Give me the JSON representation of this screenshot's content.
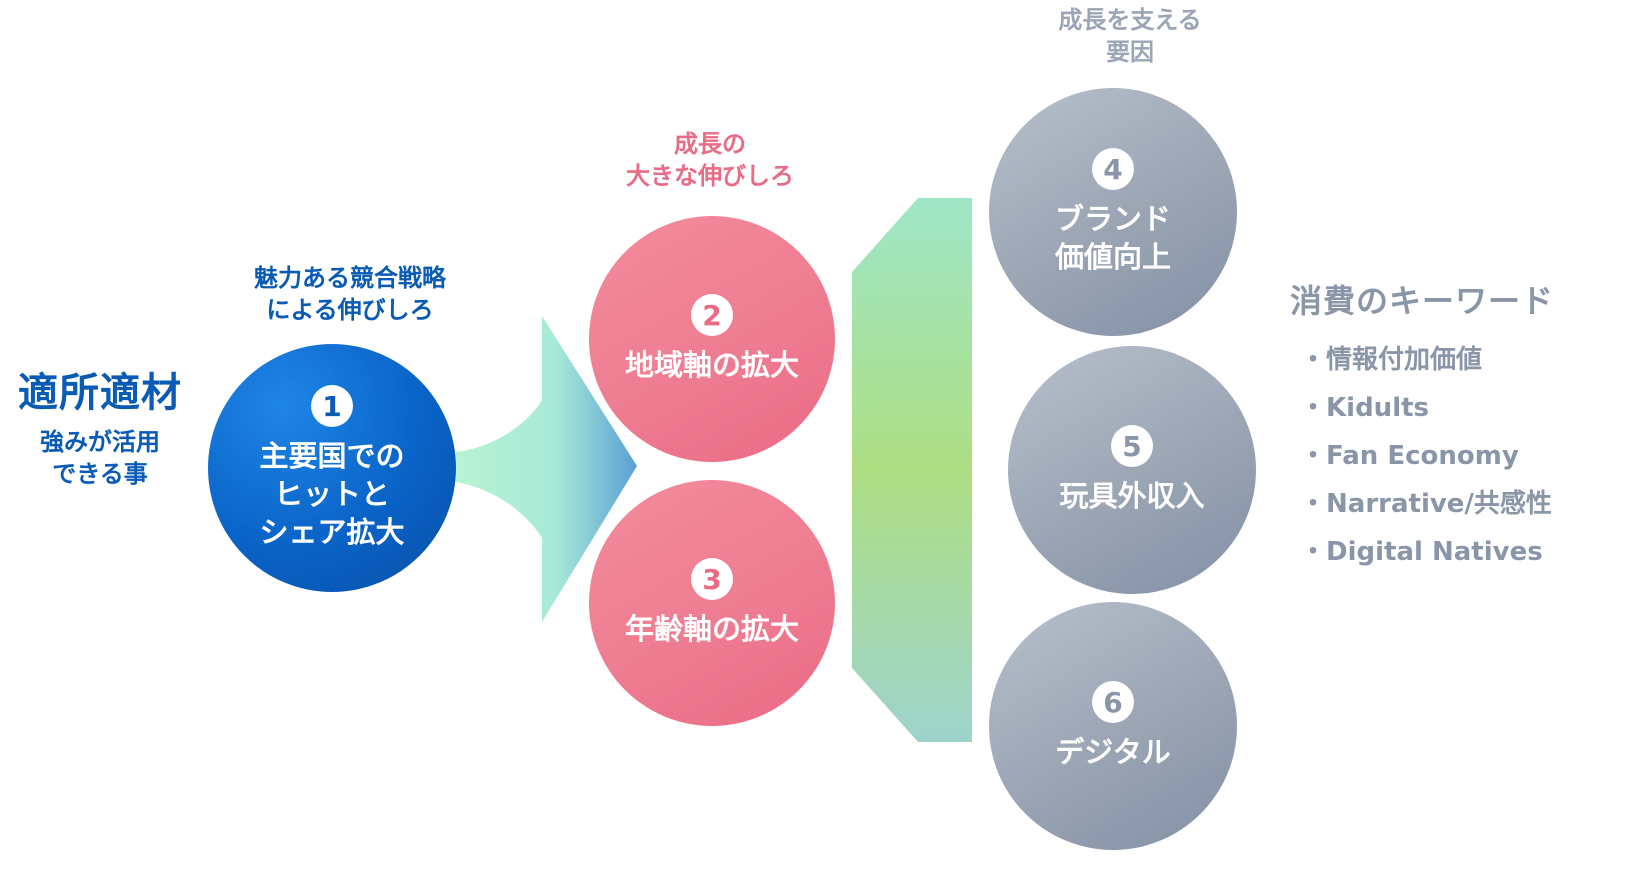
{
  "left_block": {
    "title": "適所適材",
    "subtitle_lines": [
      "強みが活用",
      "できる事"
    ]
  },
  "captions": {
    "blue": [
      "魅力ある競合戦略",
      "による伸びしろ"
    ],
    "pink": [
      "成長の",
      "大きな伸びしろ"
    ],
    "gray": [
      "成長を支える",
      "要因"
    ]
  },
  "circles": [
    {
      "number": "1",
      "lines": [
        "主要国での",
        "ヒットと",
        "シェア拡大"
      ]
    },
    {
      "number": "2",
      "lines": [
        "地域軸の拡大"
      ]
    },
    {
      "number": "3",
      "lines": [
        "年齢軸の拡大"
      ]
    },
    {
      "number": "4",
      "lines": [
        "ブランド",
        "価値向上"
      ]
    },
    {
      "number": "5",
      "lines": [
        "玩具外収入"
      ]
    },
    {
      "number": "6",
      "lines": [
        "デジタル"
      ]
    }
  ],
  "keywords": {
    "title": "消費のキーワード",
    "items": [
      "情報付加価値",
      "Kidults",
      "Fan Economy",
      "Narrative/共感性",
      "Digital Natives"
    ]
  },
  "colors": {
    "blue": "#0a5bb5",
    "pink": "#ea6b86",
    "gray": "#8a95a8"
  }
}
